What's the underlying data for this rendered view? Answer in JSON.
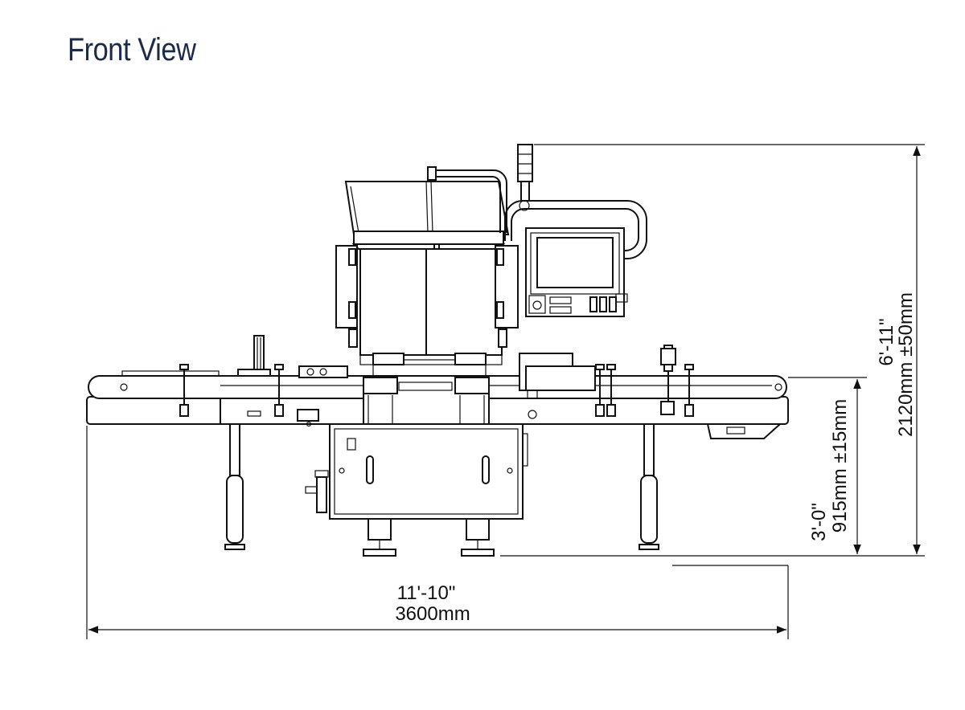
{
  "title": "Front View",
  "dimensions": {
    "overall_height_imperial": "6'-11\"",
    "overall_height_metric": "2120mm ±50mm",
    "conveyor_height_imperial": "3'-0\"",
    "conveyor_height_metric": "915mm ±15mm",
    "overall_length_imperial": "11'-10\"",
    "overall_length_metric": "3600mm"
  }
}
